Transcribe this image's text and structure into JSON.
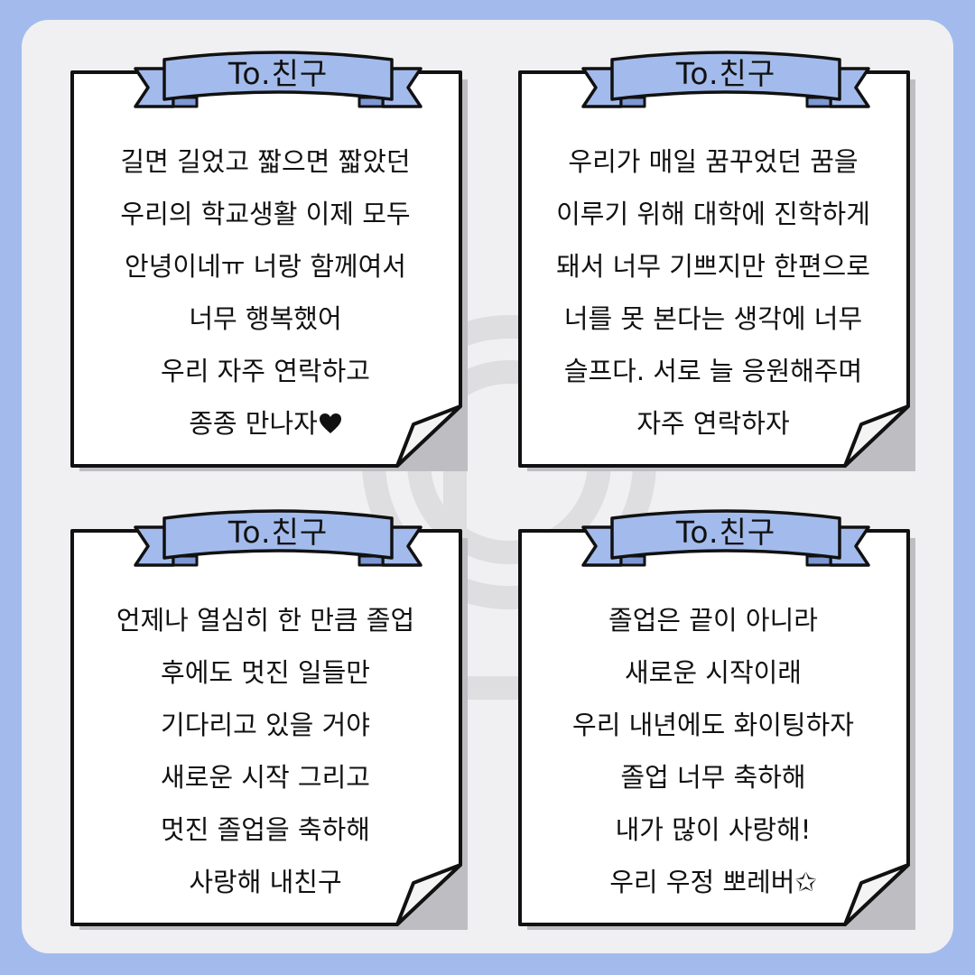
{
  "notes": [
    {
      "heading": "To.친구",
      "lines": [
        "길면 길었고 짧으면 짧았던",
        "우리의 학교생활 이제 모두",
        "안녕이네ㅠ 너랑 함께여서",
        "너무 행복했어",
        "우리 자주 연락하고",
        "종종 만나자"
      ],
      "end_icon": "heart-icon"
    },
    {
      "heading": "To.친구",
      "lines": [
        "우리가 매일 꿈꾸었던 꿈을",
        "이루기 위해 대학에 진학하게",
        "돼서 너무 기쁘지만 한편으로",
        "너를 못 본다는 생각에 너무",
        "슬프다. 서로 늘 응원해주며",
        "자주 연락하자"
      ]
    },
    {
      "heading": "To.친구",
      "lines": [
        "언제나 열심히 한 만큼 졸업",
        "후에도 멋진 일들만",
        "기다리고 있을 거야",
        "새로운 시작 그리고",
        "멋진 졸업을 축하해",
        "사랑해 내친구"
      ]
    },
    {
      "heading": "To.친구",
      "lines": [
        "졸업은 끝이 아니라",
        "새로운 시작이래",
        "우리 내년에도 화이팅하자",
        "졸업 너무 축하해",
        "내가 많이 사랑해!",
        "우리 우정 뽀레버✩"
      ]
    }
  ],
  "colors": {
    "outer_background": "#a3bbec",
    "board_background": "#f0f0f2",
    "ribbon": "#a3bbec",
    "ribbon_dark": "#7d98d4",
    "paper": "#ffffff",
    "ink": "#111111"
  }
}
